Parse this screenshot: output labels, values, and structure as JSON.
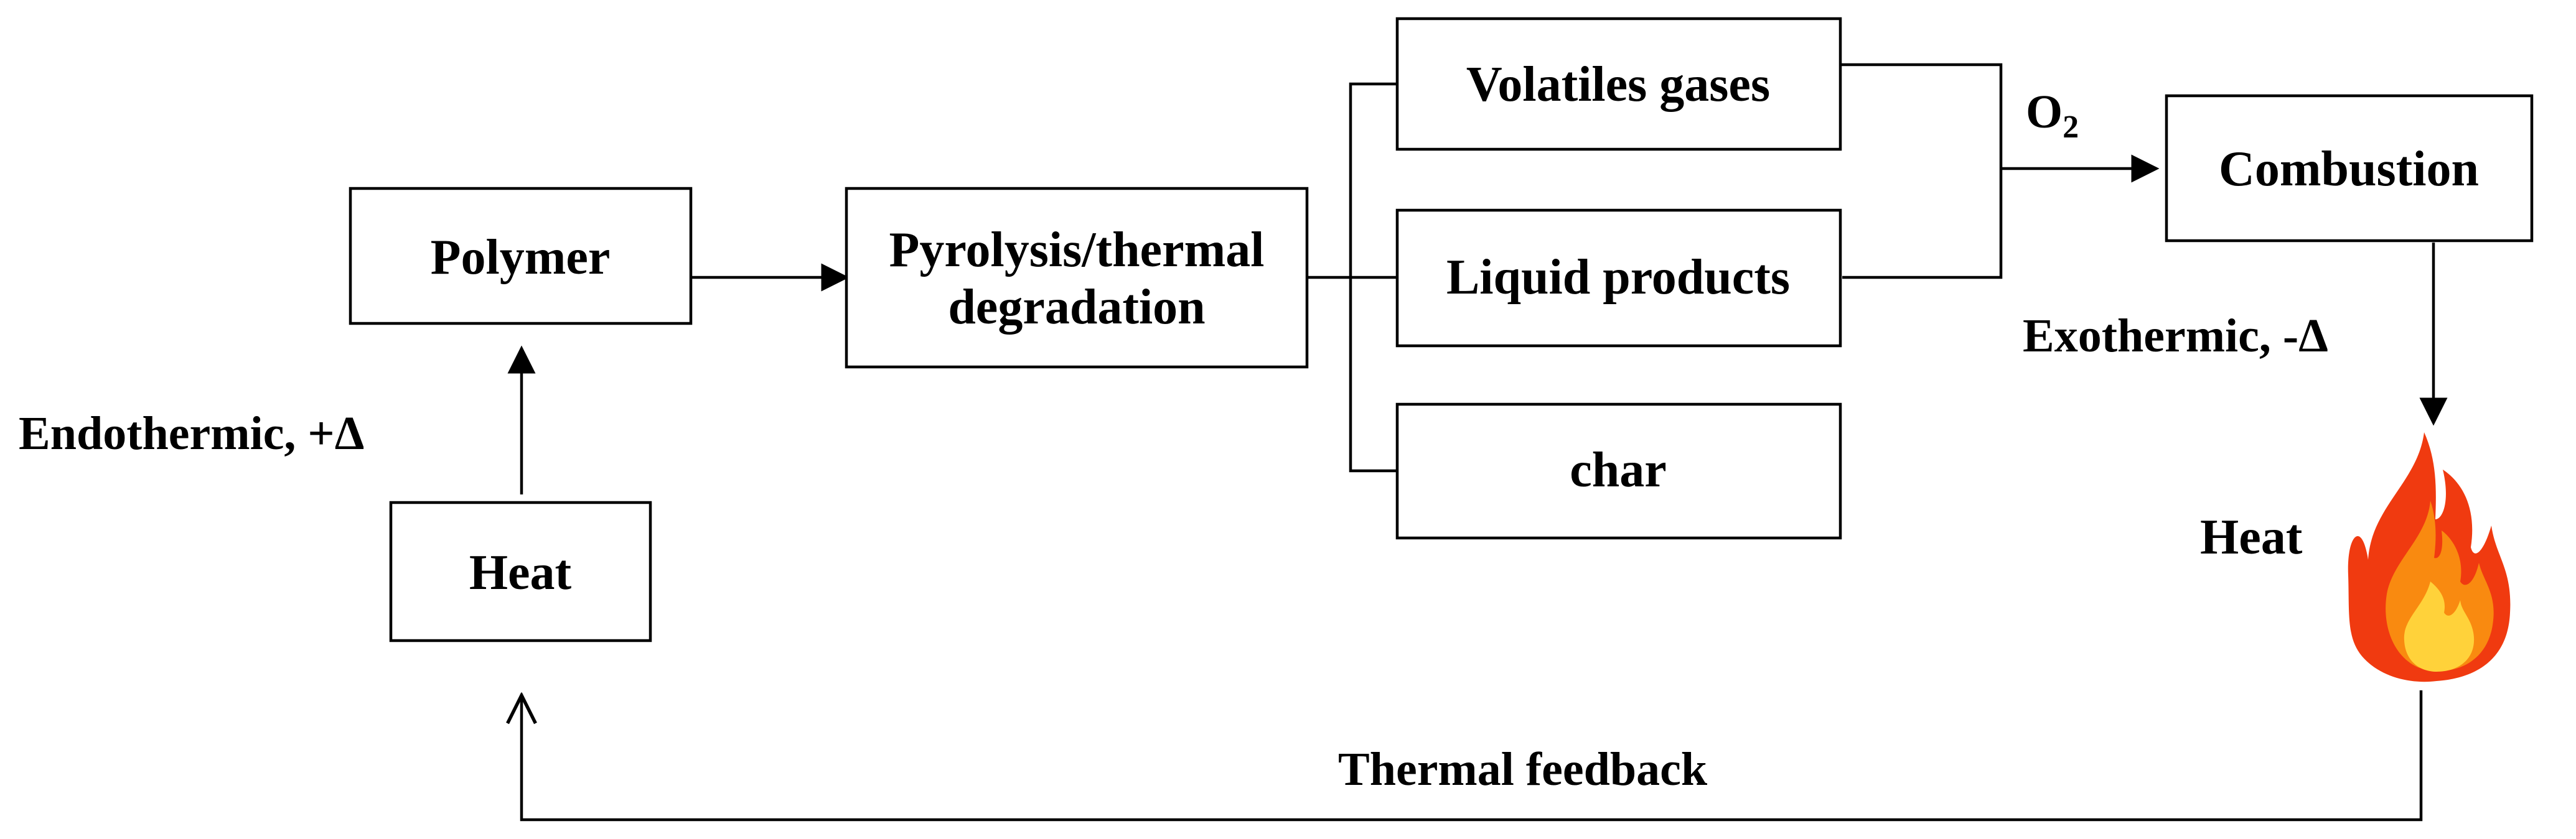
{
  "nodes": {
    "polymer": "Polymer",
    "pyrolysis_line1": "Pyrolysis/thermal",
    "pyrolysis_line2": "degradation",
    "volatiles": "Volatiles gases",
    "liquid": "Liquid products",
    "char": "char",
    "combustion": "Combustion",
    "heat_source": "Heat"
  },
  "labels": {
    "oxygen_main": "O",
    "oxygen_sub": "2",
    "endothermic": "Endothermic, +Δ",
    "exothermic": "Exothermic, -Δ",
    "heat_flame": "Heat",
    "thermal_feedback": "Thermal feedback"
  },
  "icons": {
    "flame": "flame-icon"
  },
  "colors": {
    "line": "#000000",
    "flame_outer": "#f03a10",
    "flame_mid": "#f98a10",
    "flame_inner": "#ffd23a"
  }
}
